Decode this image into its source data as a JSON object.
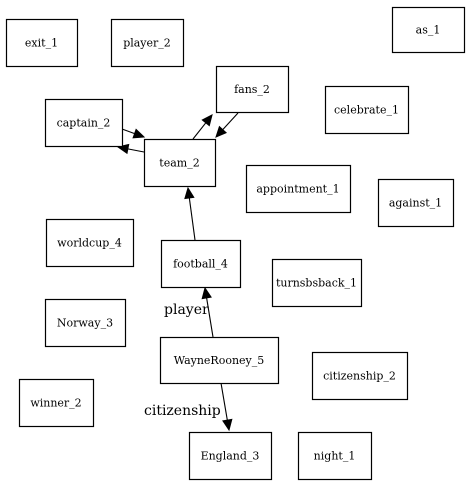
{
  "graph": {
    "nodes": [
      {
        "id": "exit_1",
        "label": "exit_1"
      },
      {
        "id": "player_2",
        "label": "player_2"
      },
      {
        "id": "as_1",
        "label": "as_1"
      },
      {
        "id": "fans_2",
        "label": "fans_2"
      },
      {
        "id": "captain_2",
        "label": "captain_2"
      },
      {
        "id": "celebrate_1",
        "label": "celebrate_1"
      },
      {
        "id": "team_2",
        "label": "team_2"
      },
      {
        "id": "appointment_1",
        "label": "appointment_1"
      },
      {
        "id": "against_1",
        "label": "against_1"
      },
      {
        "id": "worldcup_4",
        "label": "worldcup_4"
      },
      {
        "id": "football_4",
        "label": "football_4"
      },
      {
        "id": "turnsbsback_1",
        "label": "turnsbsback_1"
      },
      {
        "id": "Norway_3",
        "label": "Norway_3"
      },
      {
        "id": "WayneRooney_5",
        "label": "WayneRooney_5"
      },
      {
        "id": "citizenship_2",
        "label": "citizenship_2"
      },
      {
        "id": "winner_2",
        "label": "winner_2"
      },
      {
        "id": "England_3",
        "label": "England_3"
      },
      {
        "id": "night_1",
        "label": "night_1"
      }
    ],
    "edges": [
      {
        "from": "team_2",
        "to": "fans_2",
        "label": ""
      },
      {
        "from": "fans_2",
        "to": "team_2",
        "label": ""
      },
      {
        "from": "captain_2",
        "to": "team_2",
        "label": ""
      },
      {
        "from": "team_2",
        "to": "captain_2",
        "label": ""
      },
      {
        "from": "football_4",
        "to": "team_2",
        "label": ""
      },
      {
        "from": "WayneRooney_5",
        "to": "football_4",
        "label": "player"
      },
      {
        "from": "WayneRooney_5",
        "to": "England_3",
        "label": "citizenship"
      }
    ]
  }
}
